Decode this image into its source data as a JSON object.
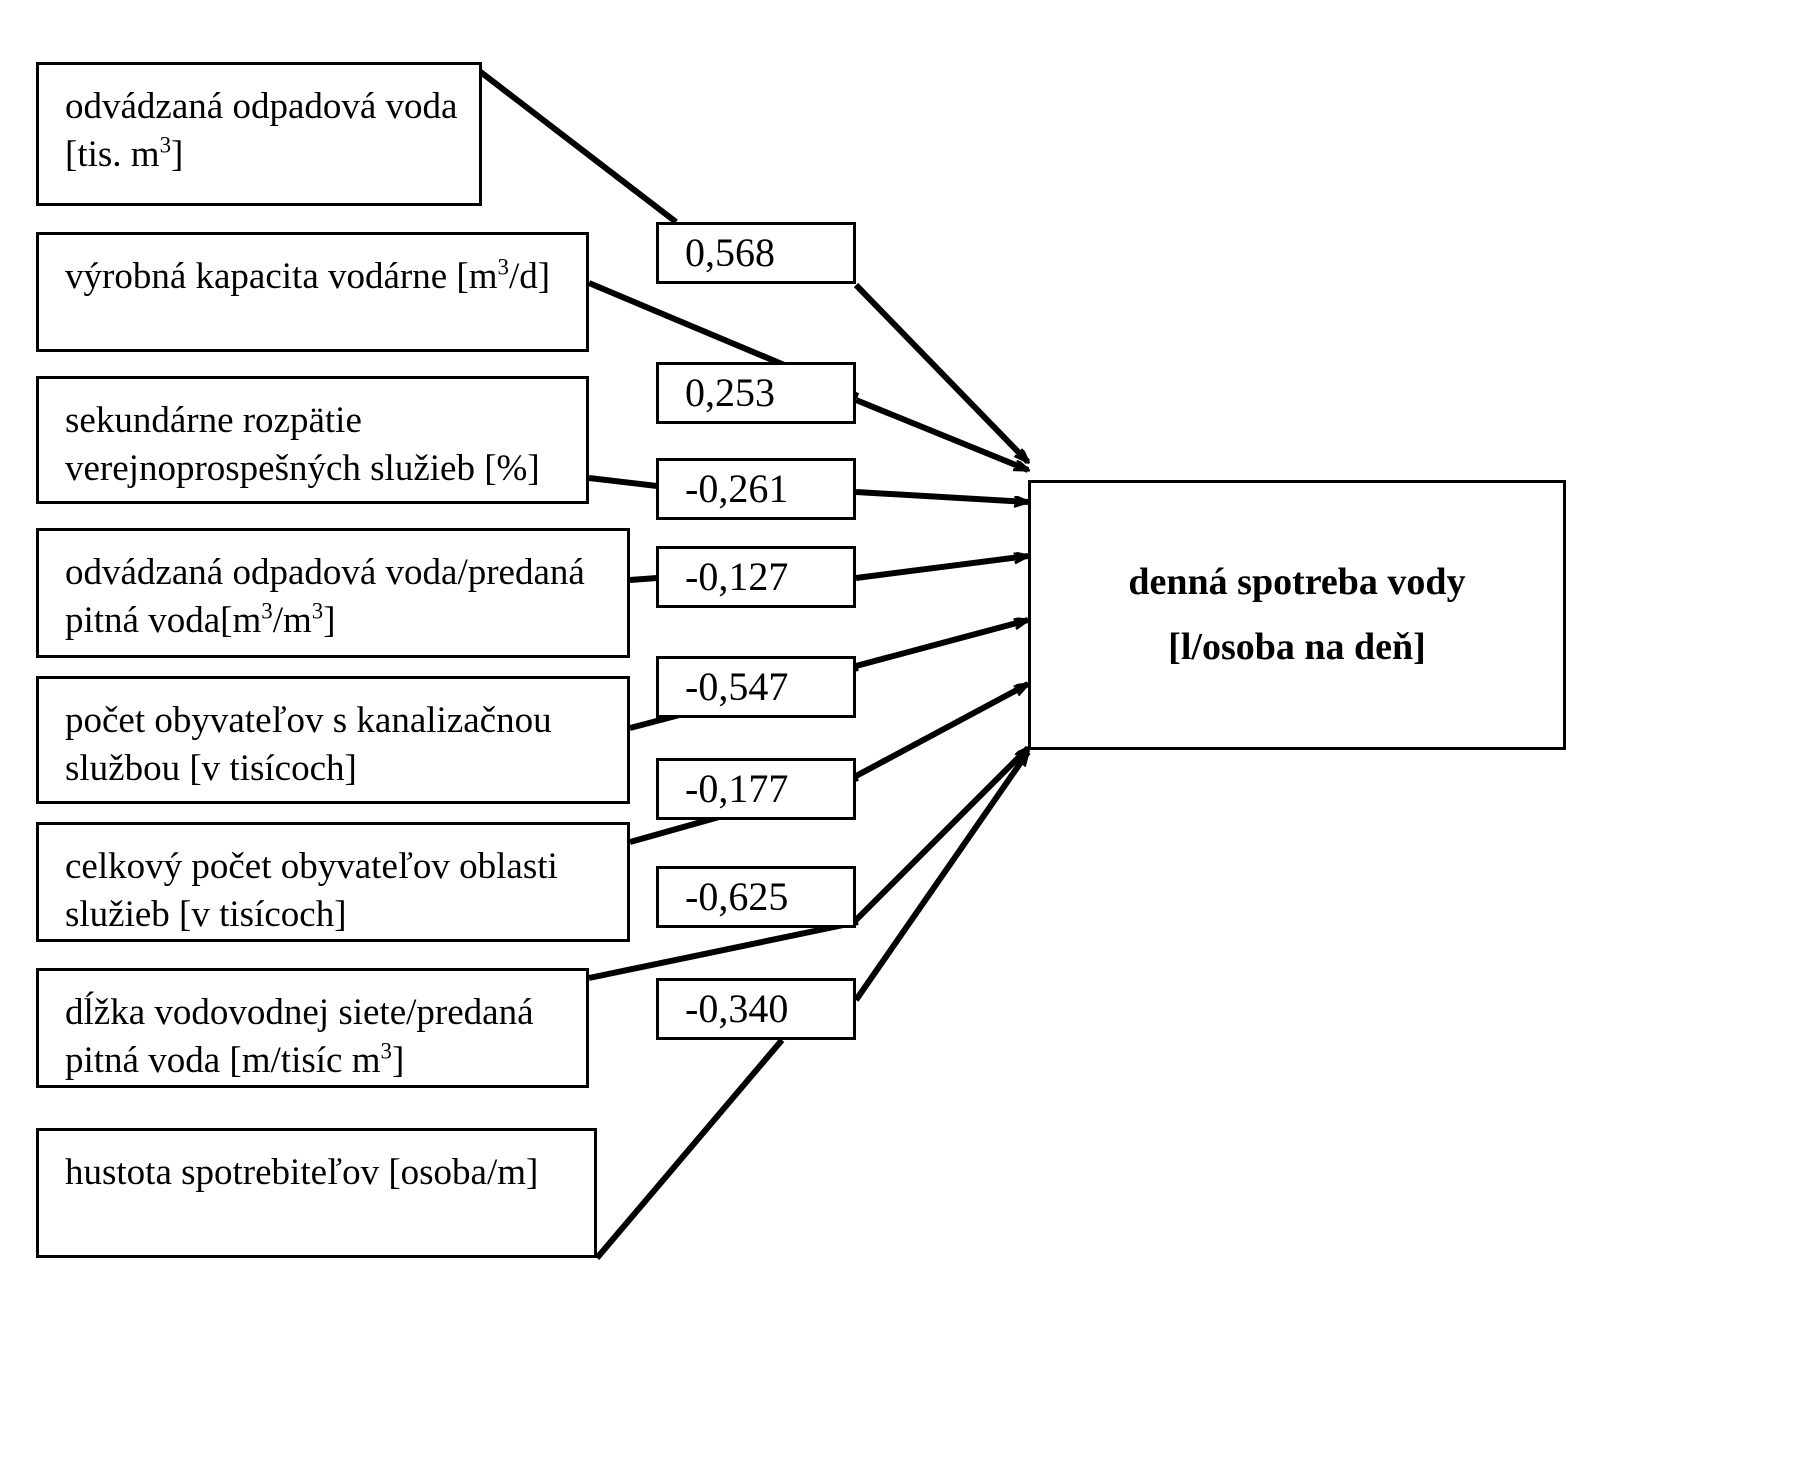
{
  "diagram": {
    "type": "path-diagram",
    "target": {
      "line1": "denná spotreba vody",
      "line2": "[l/osoba na deň]"
    },
    "predictors": [
      {
        "id": "odvadzana-odpadova-voda",
        "line1": "odvádzaná odpadová voda",
        "line2": "[tis. m³]",
        "coefficient": "0,568"
      },
      {
        "id": "vyrobna-kapacita-vodarne",
        "line1": "výrobná kapacita vodárne [m³/d]",
        "line2": "",
        "coefficient": "0,253"
      },
      {
        "id": "sekundarne-rozpatie",
        "line1": "sekundárne rozpätie",
        "line2": "verejnoprospešných služieb [%]",
        "coefficient": "-0,261"
      },
      {
        "id": "odpadova-predana-pitna",
        "line1": "odvádzaná odpadová voda/predaná",
        "line2": "pitná voda[m³/m³]",
        "coefficient": "-0,127"
      },
      {
        "id": "obyvatelia-kanalizacia",
        "line1": "počet obyvateľov s kanalizačnou",
        "line2": "službou [v tisícoch]",
        "coefficient": "-0,547"
      },
      {
        "id": "celkovy-pocet-obyvatelov",
        "line1": "celkový počet obyvateľov oblasti",
        "line2": "služieb [v tisícoch]",
        "coefficient": "-0,177"
      },
      {
        "id": "dlzka-vodovodnej-siete",
        "line1": "dĺžka vodovodnej siete/predaná",
        "line2": "pitná voda [m/tisíc m³]",
        "coefficient": "-0,625"
      },
      {
        "id": "hustota-spotrebitelov",
        "line1": "hustota spotrebiteľov [osoba/m]",
        "line2": "",
        "coefficient": "-0,340"
      }
    ],
    "colors": {
      "stroke": "#000000",
      "background": "#ffffff",
      "text": "#000000"
    }
  }
}
